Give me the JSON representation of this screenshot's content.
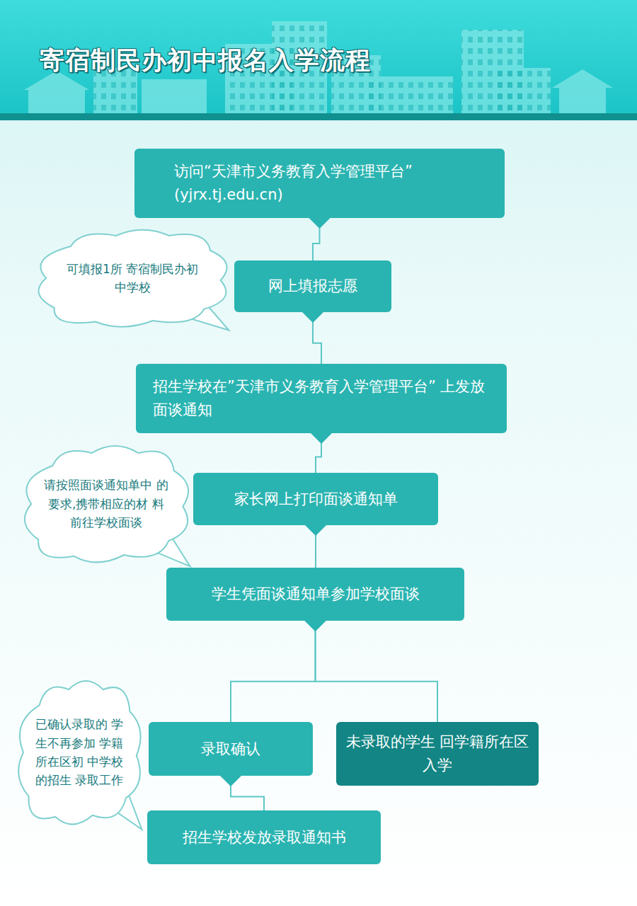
{
  "diagram": {
    "title": "寄宿制民办初中报名入学流程",
    "nodes": [
      {
        "text": [
          "访问“天津市义务教育入学管理平台” (yjrx.tj.edu.cn)"
        ]
      },
      {
        "text": [
          "可填报1所 寄宿制民办初中学校"
        ]
      },
      {
        "text": [
          "网上填报志愿"
        ]
      },
      {
        "text": [
          "招生学校在”天津市义务教育入学管理平台” 上发放面谈通知"
        ]
      },
      {
        "text": [
          "请按照面谈通知单中 的要求,携带相应的材 料前往学校面谈"
        ]
      },
      {
        "text": [
          "家长网上打印面谈通知单"
        ]
      },
      {
        "text": [
          "学生凭面谈通知单参加学校面谈"
        ]
      },
      {
        "text": [
          "已确认录取的 学生不再参加 学籍所在区初 中学校的招生 录取工作"
        ]
      },
      {
        "text": [
          "录取确认"
        ]
      },
      {
        "text": [
          "未录取的学生 回学籍所在区入学"
        ]
      },
      {
        "text": [
          "招生学校发放录取通知书"
        ]
      }
    ],
    "edges": [
      {
        "from": 0,
        "to": 2,
        "arrow": "to"
      },
      {
        "from": 2,
        "to": 3,
        "arrow": "to"
      },
      {
        "from": 3,
        "to": 5,
        "arrow": "to"
      },
      {
        "from": 5,
        "to": 6,
        "arrow": "to"
      },
      {
        "from": 6,
        "to": 8,
        "arrow": "to"
      },
      {
        "from": 6,
        "to": 9,
        "arrow": "to"
      },
      {
        "from": 8,
        "to": 10,
        "arrow": "to"
      }
    ]
  }
}
